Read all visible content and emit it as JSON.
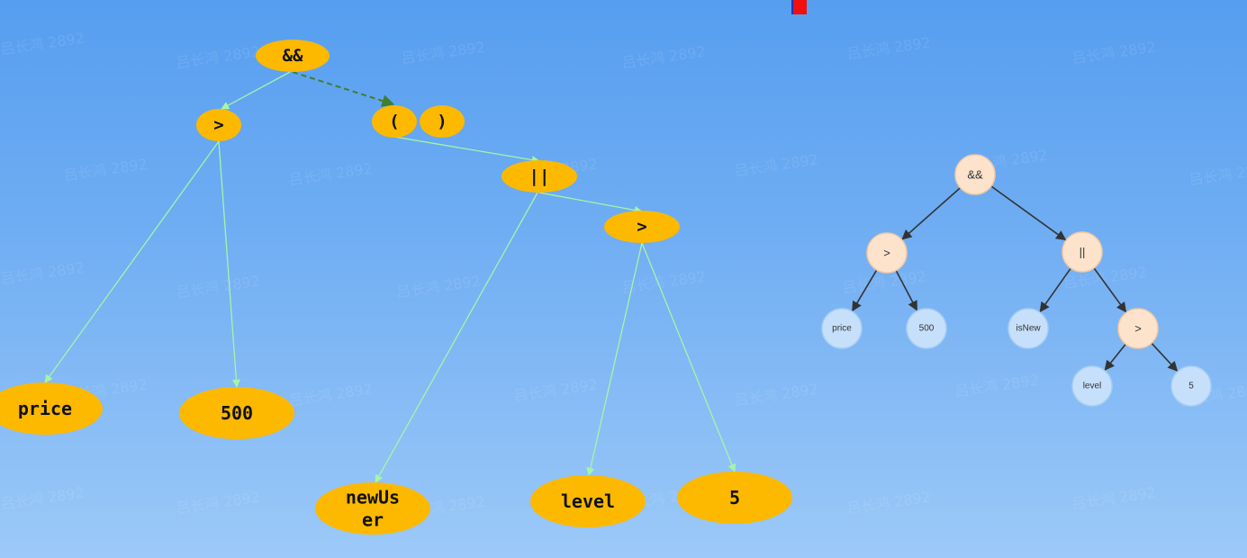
{
  "left_tree": {
    "nodes": [
      {
        "id": "and",
        "label": "&&"
      },
      {
        "id": "gt1",
        "label": ">"
      },
      {
        "id": "paren_open",
        "label": "("
      },
      {
        "id": "paren_close",
        "label": ")"
      },
      {
        "id": "or",
        "label": "||"
      },
      {
        "id": "gt2",
        "label": ">"
      },
      {
        "id": "price",
        "label": "price"
      },
      {
        "id": "n500",
        "label": "500"
      },
      {
        "id": "newuser",
        "label": "newUs\ner"
      },
      {
        "id": "level",
        "label": "level"
      },
      {
        "id": "n5",
        "label": "5"
      }
    ],
    "edges": [
      {
        "from": "and",
        "to": "gt1",
        "style": "solid"
      },
      {
        "from": "and",
        "to": "paren_close",
        "style": "dashed"
      },
      {
        "from": "gt1",
        "to": "price",
        "style": "solid"
      },
      {
        "from": "gt1",
        "to": "n500",
        "style": "solid"
      },
      {
        "from": "paren_open",
        "to": "or",
        "style": "solid"
      },
      {
        "from": "or",
        "to": "newuser",
        "style": "solid"
      },
      {
        "from": "or",
        "to": "gt2",
        "style": "solid"
      },
      {
        "from": "gt2",
        "to": "level",
        "style": "solid"
      },
      {
        "from": "gt2",
        "to": "n5",
        "style": "solid"
      }
    ]
  },
  "right_tree": {
    "nodes": [
      {
        "id": "r_and",
        "label": "&&",
        "kind": "operator"
      },
      {
        "id": "r_gt1",
        "label": ">",
        "kind": "operator"
      },
      {
        "id": "r_or",
        "label": "||",
        "kind": "operator"
      },
      {
        "id": "r_price",
        "label": "price",
        "kind": "operand"
      },
      {
        "id": "r_500",
        "label": "500",
        "kind": "operand"
      },
      {
        "id": "r_isnew",
        "label": "isNew",
        "kind": "operand"
      },
      {
        "id": "r_gt2",
        "label": ">",
        "kind": "operator"
      },
      {
        "id": "r_level",
        "label": "level",
        "kind": "operand"
      },
      {
        "id": "r_5",
        "label": "5",
        "kind": "operand"
      }
    ],
    "edges": [
      {
        "from": "r_and",
        "to": "r_gt1"
      },
      {
        "from": "r_and",
        "to": "r_or"
      },
      {
        "from": "r_gt1",
        "to": "r_price"
      },
      {
        "from": "r_gt1",
        "to": "r_500"
      },
      {
        "from": "r_or",
        "to": "r_isnew"
      },
      {
        "from": "r_or",
        "to": "r_gt2"
      },
      {
        "from": "r_gt2",
        "to": "r_level"
      },
      {
        "from": "r_gt2",
        "to": "r_5"
      }
    ]
  },
  "watermark": "吕长鸿 2892",
  "colors": {
    "left_node_fill": "#fcb900",
    "left_edge": "#a6f5a6",
    "left_dashed_edge": "#3f7f30",
    "operator_fill": "#fde3cc",
    "operand_fill": "#c6e0fb",
    "right_edge": "#333333",
    "marker": "#f01010"
  }
}
